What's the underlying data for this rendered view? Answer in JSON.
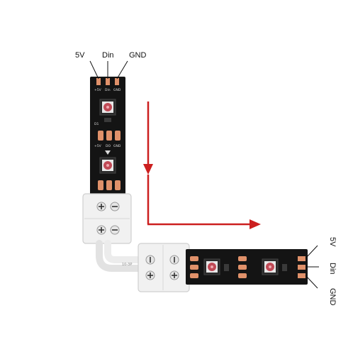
{
  "colors": {
    "strip": "#141414",
    "pad": "#e0916a",
    "connector": "#f1f1f1",
    "arrow": "#cc1f1f",
    "led_glow": "#c04a56"
  },
  "top_labels": {
    "v5": "5V",
    "din": "Din",
    "gnd": "GND"
  },
  "right_labels": {
    "v5": "5V",
    "din": "Din",
    "gnd": "GND"
  },
  "silk": {
    "in_row": [
      "+5V",
      "Din",
      "GND"
    ],
    "out_row": [
      "+5V",
      "DO",
      "GND"
    ],
    "ic_label": "D1",
    "connector_code": "10-3P"
  },
  "icons": {
    "screw": "phillips-screw-icon",
    "flathead": "flathead-screw-icon",
    "arrow": "direction-arrow-icon"
  }
}
